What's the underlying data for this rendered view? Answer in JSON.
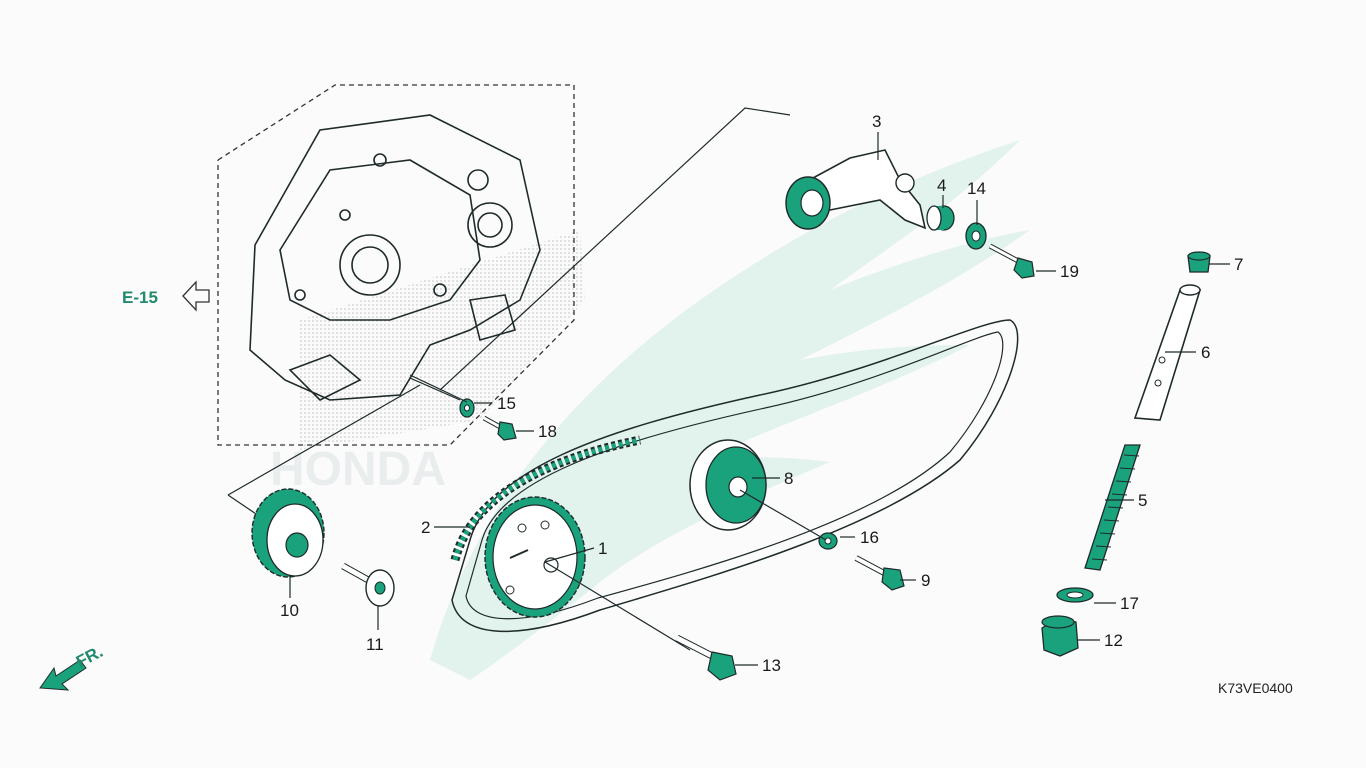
{
  "diagram": {
    "reference_label": "E-15",
    "front_label": "FR.",
    "figure_code": "K73VE0400",
    "watermark_text": "HONDA",
    "callouts": [
      {
        "id": "c1",
        "text": "1"
      },
      {
        "id": "c2",
        "text": "2"
      },
      {
        "id": "c3",
        "text": "3"
      },
      {
        "id": "c4",
        "text": "4"
      },
      {
        "id": "c5",
        "text": "5"
      },
      {
        "id": "c6",
        "text": "6"
      },
      {
        "id": "c7",
        "text": "7"
      },
      {
        "id": "c8",
        "text": "8"
      },
      {
        "id": "c9",
        "text": "9"
      },
      {
        "id": "c10",
        "text": "10"
      },
      {
        "id": "c11",
        "text": "11"
      },
      {
        "id": "c12",
        "text": "12"
      },
      {
        "id": "c13",
        "text": "13"
      },
      {
        "id": "c14",
        "text": "14"
      },
      {
        "id": "c15",
        "text": "15"
      },
      {
        "id": "c16",
        "text": "16"
      },
      {
        "id": "c17",
        "text": "17"
      },
      {
        "id": "c18",
        "text": "18"
      },
      {
        "id": "c19",
        "text": "19"
      }
    ]
  },
  "colors": {
    "accent": "#1f8a6e",
    "part_fill": "#19a27c",
    "watermark": "#dff1ea",
    "line": "#1f2a2a"
  }
}
